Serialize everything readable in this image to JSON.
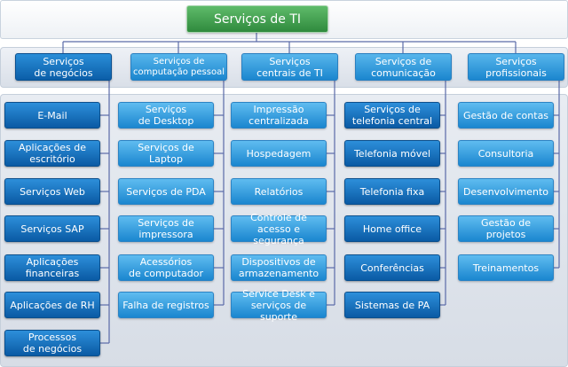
{
  "root": {
    "label": "Serviços de TI",
    "color": "#2f8a3d"
  },
  "categories": [
    {
      "label": "Serviços\nde negócios"
    },
    {
      "label": "Serviços de\ncomputação pessoal"
    },
    {
      "label": "Serviços\ncentrais de TI"
    },
    {
      "label": "Serviços de\ncomunicação"
    },
    {
      "label": "Serviços\nprofissionais"
    }
  ],
  "columns": [
    {
      "items": [
        "E-Mail",
        "Aplicações de\nescritório",
        "Serviços Web",
        "Serviços SAP",
        "Aplicações\nfinanceiras",
        "Aplicações de RH",
        "Processos\nde negócios"
      ]
    },
    {
      "items": [
        "Serviços\nde Desktop",
        "Serviços de\nLaptop",
        "Serviços de PDA",
        "Serviços de\nimpressora",
        "Acessórios\nde computador",
        "Falha de registros"
      ]
    },
    {
      "items": [
        "Impressão\ncentralizada",
        "Hospedagem",
        "Relatórios",
        "Controle de\nacesso e segurança",
        "Dispositivos de\narmazenamento",
        "Service Desk e\nserviços de suporte"
      ]
    },
    {
      "items": [
        "Serviços de\ntelefonia central",
        "Telefonia móvel",
        "Telefonia fixa",
        "Home office",
        "Conferências",
        "Sistemas de PA"
      ]
    },
    {
      "items": [
        "Gestão de contas",
        "Consultoria",
        "Desenvolvimento",
        "Gestão de\nprojetos",
        "Treinamentos"
      ]
    }
  ],
  "colors": {
    "box_dark": "#0b5ea8",
    "box_light": "#1b86cf",
    "connector": "#5a6aa8"
  }
}
